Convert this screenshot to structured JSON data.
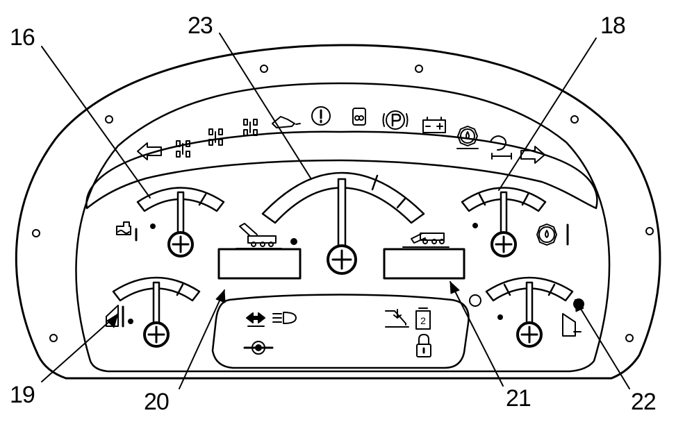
{
  "callouts": {
    "c16": "16",
    "c23": "23",
    "c18": "18",
    "c19": "19",
    "c20": "20",
    "c21": "21",
    "c22": "22"
  },
  "indicators": {
    "lcd_digit": "2",
    "battery_sign": "- +"
  },
  "colors": {
    "line": "#000000",
    "background": "#ffffff"
  },
  "icons": [
    "left-turn-arrow-icon",
    "front-wheel-steer-icon",
    "four-wheel-steer-icon",
    "crab-steer-icon",
    "engine-oil-pressure-icon",
    "general-warning-icon",
    "glow-plug-icon",
    "parking-brake-icon",
    "battery-charge-icon",
    "transmission-oil-icon",
    "air-filter-icon",
    "right-turn-arrow-icon",
    "coolant-temperature-icon",
    "fuel-level-icon",
    "transmission-temperature-icon",
    "hour-meter-icon",
    "machine-icon",
    "direction-icon",
    "headlight-icon",
    "axle-lock-icon",
    "boom-angle-icon",
    "padlock-icon"
  ]
}
